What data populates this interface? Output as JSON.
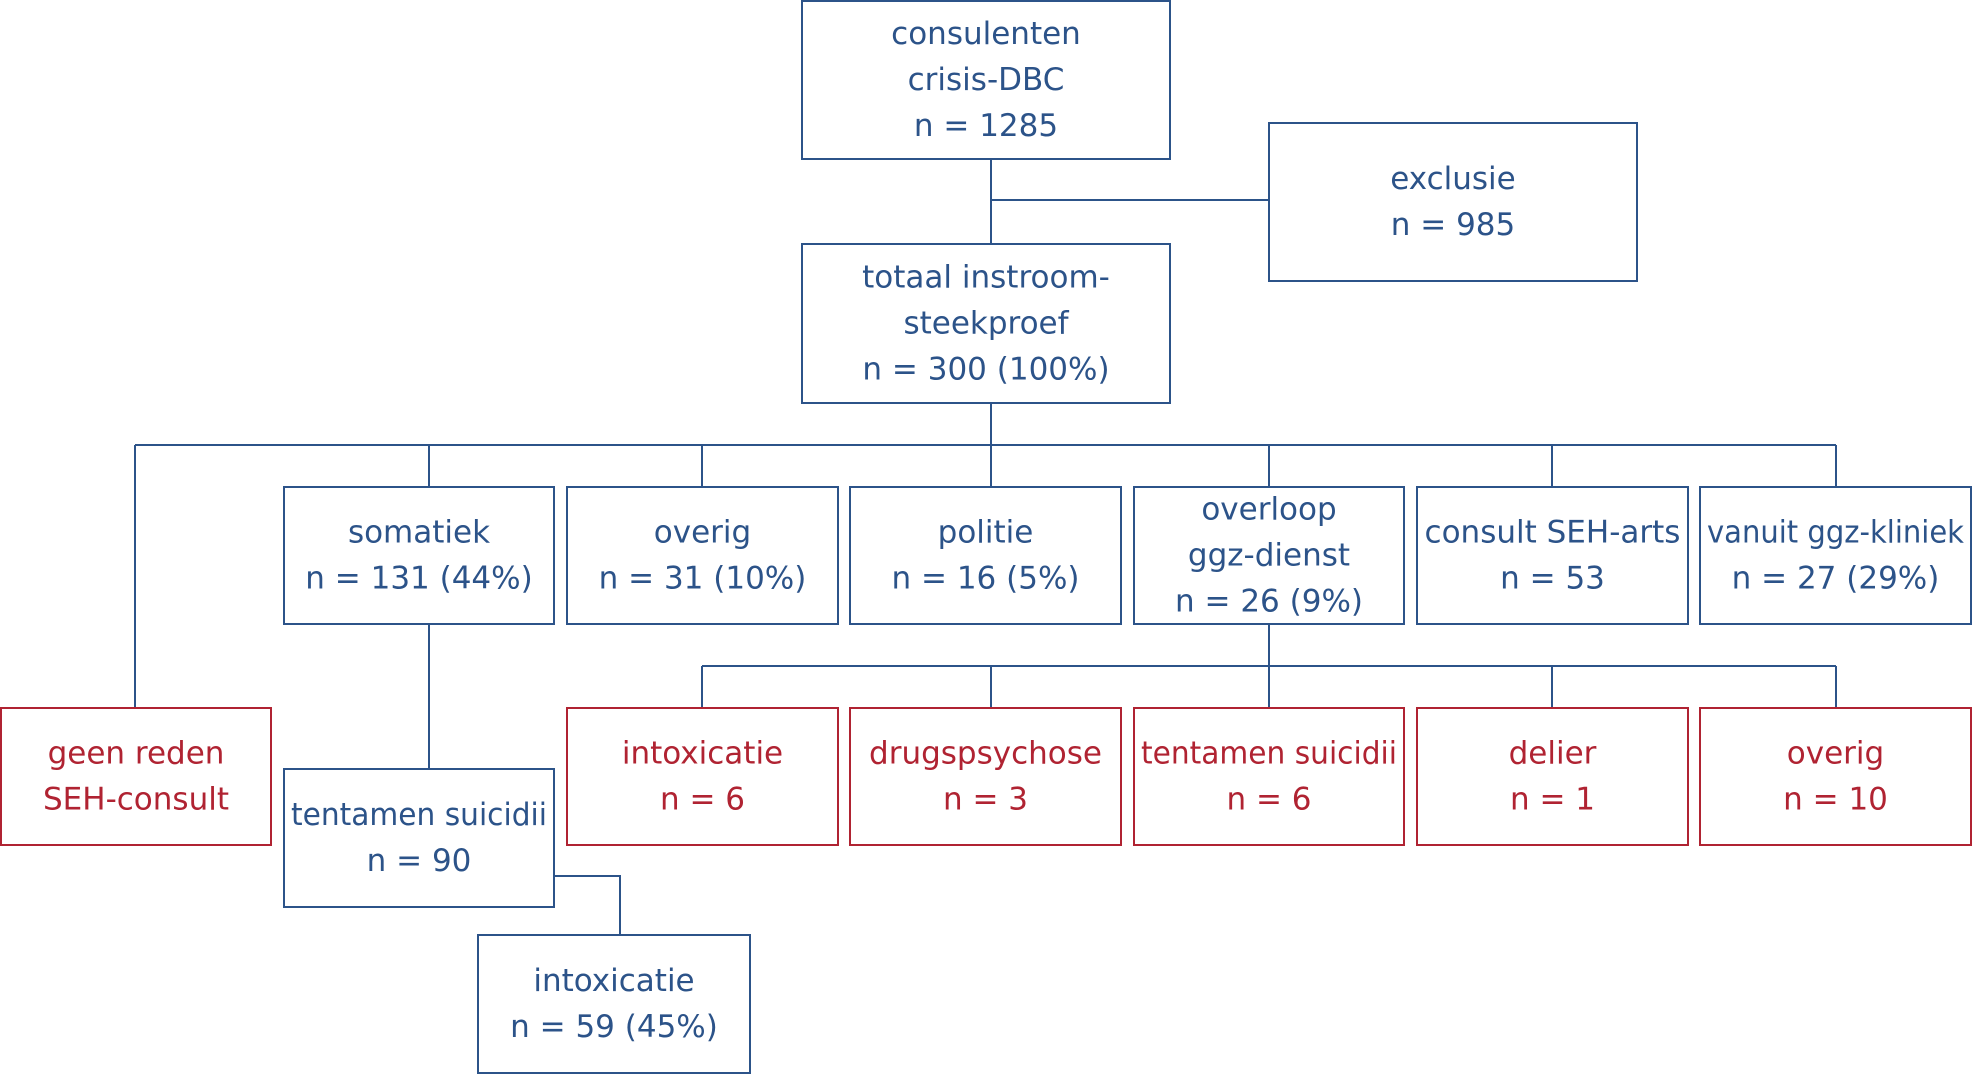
{
  "colors": {
    "primary": "#2c5389",
    "alert": "#b02332"
  },
  "boxes": {
    "consulenten": {
      "lines": [
        "consulenten",
        "crisis-DBC",
        "n = 1285"
      ],
      "color": "primary"
    },
    "exclusie": {
      "lines": [
        "exclusie",
        "n = 985"
      ],
      "color": "primary"
    },
    "totaal": {
      "lines": [
        "totaal instroom-",
        "steekproef",
        "n = 300 (100%)"
      ],
      "color": "primary"
    },
    "somatiek": {
      "lines": [
        "somatiek",
        "n = 131 (44%)"
      ],
      "color": "primary"
    },
    "overig_top": {
      "lines": [
        "overig",
        "n = 31 (10%)"
      ],
      "color": "primary"
    },
    "politie": {
      "lines": [
        "politie",
        "n = 16 (5%)"
      ],
      "color": "primary"
    },
    "overloop": {
      "lines": [
        "overloop",
        "ggz-dienst",
        "n = 26 (9%)"
      ],
      "color": "primary"
    },
    "consult_seh": {
      "lines": [
        "consult SEH-arts",
        "n = 53"
      ],
      "color": "primary"
    },
    "vanuit_ggz": {
      "lines": [
        "vanuit ggz-kliniek",
        "n = 27 (29%)"
      ],
      "color": "primary"
    },
    "geen_reden": {
      "lines": [
        "geen reden",
        "SEH-consult"
      ],
      "color": "alert"
    },
    "intoxicatie_red": {
      "lines": [
        "intoxicatie",
        "n = 6"
      ],
      "color": "alert"
    },
    "drugspsychose": {
      "lines": [
        "drugspsychose",
        "n = 3"
      ],
      "color": "alert"
    },
    "tentamen_red": {
      "lines": [
        "tentamen suicidii",
        "n = 6"
      ],
      "color": "alert"
    },
    "delier": {
      "lines": [
        "delier",
        "n = 1"
      ],
      "color": "alert"
    },
    "overig_bottom": {
      "lines": [
        "overig",
        "n = 10"
      ],
      "color": "alert"
    },
    "tentamen_suicidii": {
      "lines": [
        "tentamen suicidii",
        "n = 90"
      ],
      "color": "primary"
    },
    "intoxicatie_blue": {
      "lines": [
        "intoxicatie",
        "n = 59 (45%)"
      ],
      "color": "primary"
    }
  }
}
